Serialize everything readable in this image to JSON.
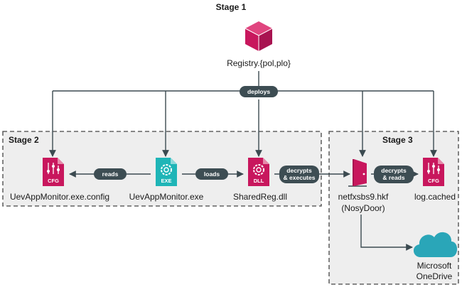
{
  "colors": {
    "magenta": "#c8175d",
    "teal": "#1fb5b7",
    "pill": "#3d4d53",
    "cloud": "#2aa6b8",
    "line": "#3b4a50",
    "stage_fill": "#eeeeee"
  },
  "stages": {
    "stage1": "Stage 1",
    "stage2": "Stage 2",
    "stage3": "Stage 3"
  },
  "nodes": {
    "registry": {
      "label": "Registry.{pol,plo}",
      "icon": "cube-icon"
    },
    "config": {
      "label": "UevAppMonitor.exe.config",
      "badge": "CFG",
      "icon": "config-file-icon"
    },
    "exe": {
      "label": "UevAppMonitor.exe",
      "badge": "EXE",
      "icon": "exe-file-icon"
    },
    "dll": {
      "label": "SharedReg.dll",
      "badge": "DLL",
      "icon": "dll-file-icon"
    },
    "nosydoor": {
      "label_line1": "netfxsbs9.hkf",
      "label_line2": "(NosyDoor)",
      "icon": "door-icon"
    },
    "log": {
      "label": "log.cached",
      "badge": "CFG",
      "icon": "log-file-icon"
    },
    "onedrive": {
      "label_line1": "Microsoft",
      "label_line2": "OneDrive",
      "icon": "cloud-icon"
    }
  },
  "edges": {
    "deploys": "deploys",
    "reads": "reads",
    "loads": "loads",
    "decrypts_executes_1": "decrypts",
    "decrypts_executes_2": "& executes",
    "decrypts_reads_1": "decrypts",
    "decrypts_reads_2": "& reads"
  }
}
